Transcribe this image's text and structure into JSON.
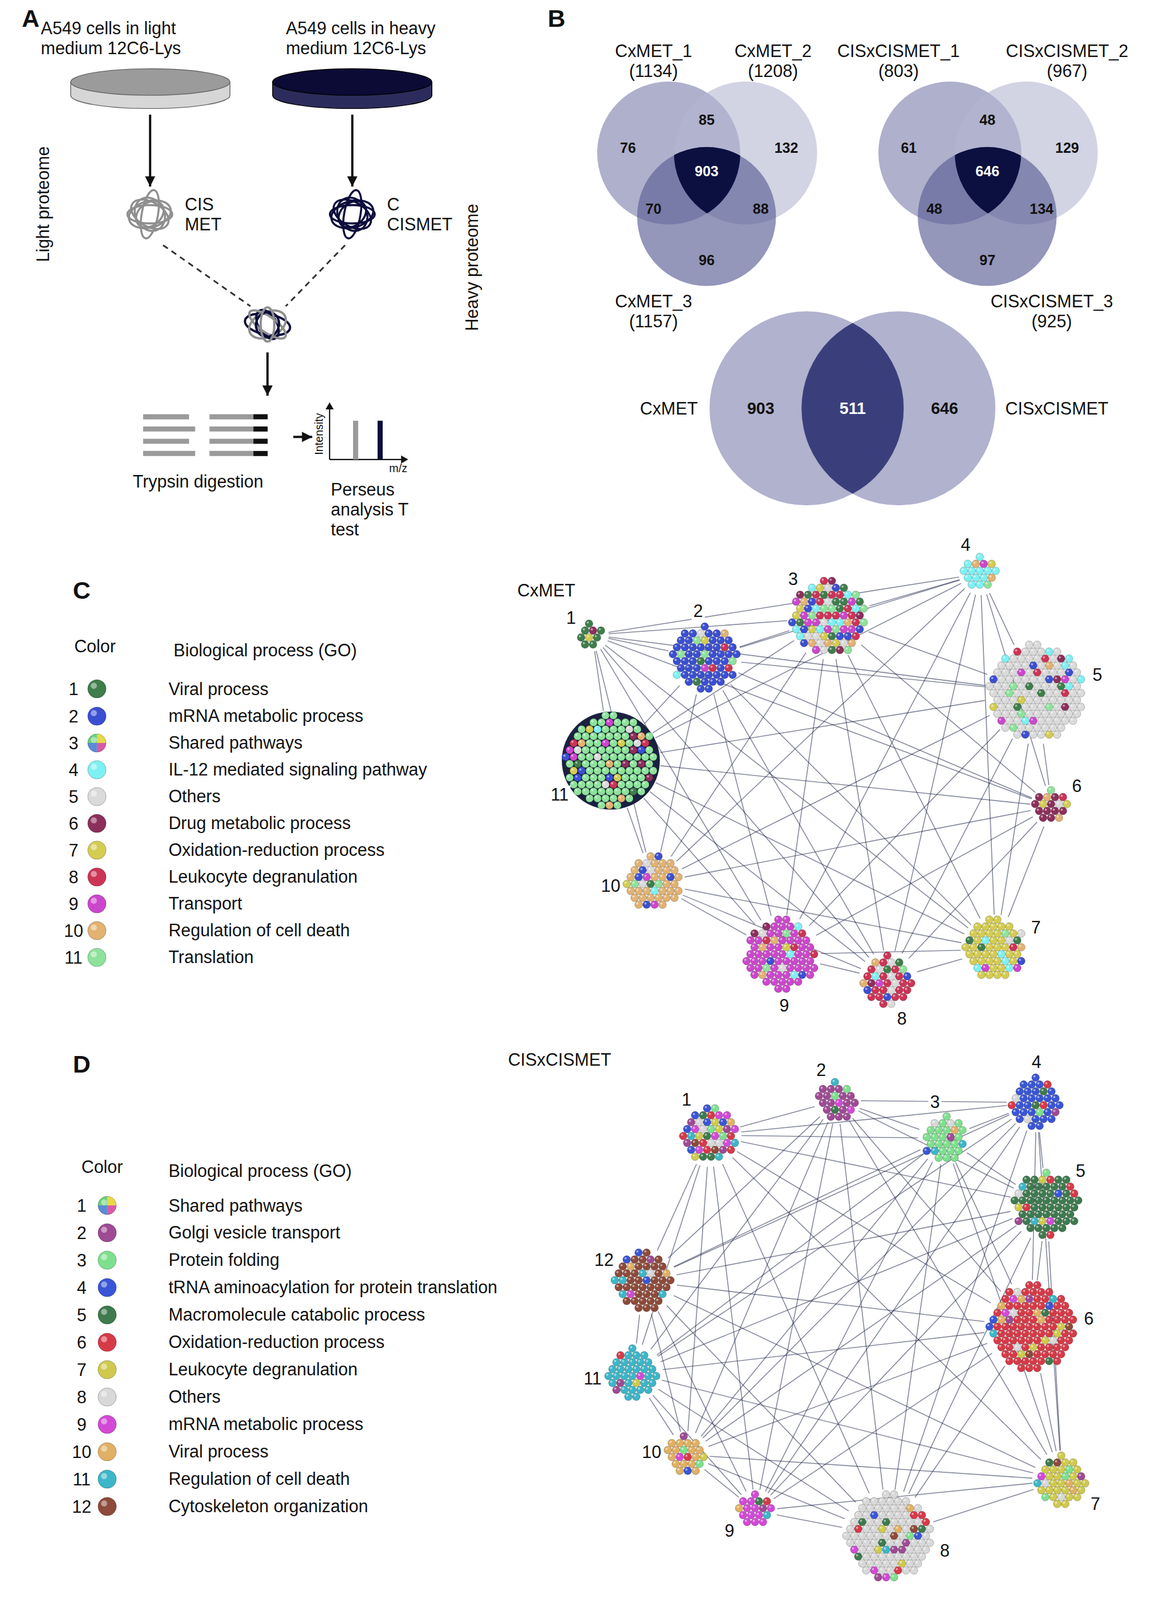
{
  "diagram": {
    "nodes": [
      {
        "text": [
          "A549 cells in light medium 12C6-Lys"
        ]
      },
      {
        "text": [
          "A549 cells in heavy medium 12C6-Lys"
        ]
      },
      {
        "text": [
          "CIS MET"
        ]
      },
      {
        "text": [
          "C CISMET"
        ]
      },
      {
        "text": [
          "Trypsin digestion"
        ]
      },
      {
        "text": [
          "Perseus analysis T test"
        ]
      },
      {
        "text": [
          "CxMET_1 (1134)"
        ]
      },
      {
        "text": [
          "CxMET_2 (1208)"
        ]
      },
      {
        "text": [
          "CxMET_3 (1157)"
        ]
      },
      {
        "text": [
          "CISxCISMET_1 (803)"
        ]
      },
      {
        "text": [
          "CISxCISMET_2 (967)"
        ]
      },
      {
        "text": [
          "CISxCISMET_3 (925)"
        ]
      },
      {
        "text": [
          "CxMET"
        ]
      },
      {
        "text": [
          "CISxCISMET"
        ]
      },
      {
        "text": [
          "1"
        ]
      },
      {
        "text": [
          "2"
        ]
      },
      {
        "text": [
          "3"
        ]
      },
      {
        "text": [
          "4"
        ]
      },
      {
        "text": [
          "5"
        ]
      },
      {
        "text": [
          "6"
        ]
      },
      {
        "text": [
          "7"
        ]
      },
      {
        "text": [
          "8"
        ]
      },
      {
        "text": [
          "9"
        ]
      },
      {
        "text": [
          "10"
        ]
      },
      {
        "text": [
          "11"
        ]
      },
      {
        "text": [
          "1"
        ]
      },
      {
        "text": [
          "2"
        ]
      },
      {
        "text": [
          "3"
        ]
      },
      {
        "text": [
          "4"
        ]
      },
      {
        "text": [
          "5"
        ]
      },
      {
        "text": [
          "6"
        ]
      },
      {
        "text": [
          "7"
        ]
      },
      {
        "text": [
          "8"
        ]
      },
      {
        "text": [
          "9"
        ]
      },
      {
        "text": [
          "10"
        ]
      },
      {
        "text": [
          "11"
        ]
      },
      {
        "text": [
          "12"
        ]
      }
    ],
    "edges": [
      {
        "from": 0,
        "to": 2,
        "arrow": "to"
      },
      {
        "from": 1,
        "to": 3,
        "arrow": "to"
      },
      {
        "from": 4,
        "to": 5,
        "arrow": "to"
      },
      {
        "from": 14,
        "to": 15,
        "arrow": "none"
      },
      {
        "from": 14,
        "to": 16,
        "arrow": "none"
      },
      {
        "from": 14,
        "to": 17,
        "arrow": "none"
      },
      {
        "from": 14,
        "to": 18,
        "arrow": "none"
      },
      {
        "from": 14,
        "to": 19,
        "arrow": "none"
      },
      {
        "from": 14,
        "to": 20,
        "arrow": "none"
      },
      {
        "from": 14,
        "to": 21,
        "arrow": "none"
      },
      {
        "from": 14,
        "to": 22,
        "arrow": "none"
      },
      {
        "from": 14,
        "to": 23,
        "arrow": "none"
      },
      {
        "from": 14,
        "to": 24,
        "arrow": "none"
      },
      {
        "from": 15,
        "to": 16,
        "arrow": "none"
      },
      {
        "from": 15,
        "to": 17,
        "arrow": "none"
      },
      {
        "from": 15,
        "to": 18,
        "arrow": "none"
      },
      {
        "from": 15,
        "to": 19,
        "arrow": "none"
      },
      {
        "from": 15,
        "to": 20,
        "arrow": "none"
      },
      {
        "from": 15,
        "to": 21,
        "arrow": "none"
      },
      {
        "from": 15,
        "to": 22,
        "arrow": "none"
      },
      {
        "from": 15,
        "to": 23,
        "arrow": "none"
      },
      {
        "from": 15,
        "to": 24,
        "arrow": "none"
      },
      {
        "from": 16,
        "to": 17,
        "arrow": "none"
      },
      {
        "from": 16,
        "to": 18,
        "arrow": "none"
      },
      {
        "from": 16,
        "to": 19,
        "arrow": "none"
      },
      {
        "from": 16,
        "to": 20,
        "arrow": "none"
      },
      {
        "from": 16,
        "to": 21,
        "arrow": "none"
      },
      {
        "from": 16,
        "to": 22,
        "arrow": "none"
      },
      {
        "from": 16,
        "to": 23,
        "arrow": "none"
      },
      {
        "from": 16,
        "to": 24,
        "arrow": "none"
      },
      {
        "from": 17,
        "to": 18,
        "arrow": "none"
      },
      {
        "from": 17,
        "to": 19,
        "arrow": "none"
      },
      {
        "from": 17,
        "to": 20,
        "arrow": "none"
      },
      {
        "from": 17,
        "to": 21,
        "arrow": "none"
      },
      {
        "from": 17,
        "to": 22,
        "arrow": "none"
      },
      {
        "from": 17,
        "to": 23,
        "arrow": "none"
      },
      {
        "from": 17,
        "to": 24,
        "arrow": "none"
      },
      {
        "from": 18,
        "to": 19,
        "arrow": "none"
      },
      {
        "from": 18,
        "to": 20,
        "arrow": "none"
      },
      {
        "from": 18,
        "to": 21,
        "arrow": "none"
      },
      {
        "from": 18,
        "to": 22,
        "arrow": "none"
      },
      {
        "from": 18,
        "to": 23,
        "arrow": "none"
      },
      {
        "from": 18,
        "to": 24,
        "arrow": "none"
      },
      {
        "from": 19,
        "to": 20,
        "arrow": "none"
      },
      {
        "from": 19,
        "to": 21,
        "arrow": "none"
      },
      {
        "from": 19,
        "to": 22,
        "arrow": "none"
      },
      {
        "from": 19,
        "to": 23,
        "arrow": "none"
      },
      {
        "from": 19,
        "to": 24,
        "arrow": "none"
      },
      {
        "from": 20,
        "to": 21,
        "arrow": "none"
      },
      {
        "from": 20,
        "to": 22,
        "arrow": "none"
      },
      {
        "from": 20,
        "to": 23,
        "arrow": "none"
      },
      {
        "from": 20,
        "to": 24,
        "arrow": "none"
      },
      {
        "from": 21,
        "to": 22,
        "arrow": "none"
      },
      {
        "from": 21,
        "to": 23,
        "arrow": "none"
      },
      {
        "from": 21,
        "to": 24,
        "arrow": "none"
      },
      {
        "from": 22,
        "to": 23,
        "arrow": "none"
      },
      {
        "from": 22,
        "to": 24,
        "arrow": "none"
      },
      {
        "from": 23,
        "to": 24,
        "arrow": "none"
      },
      {
        "from": 25,
        "to": 26,
        "arrow": "none"
      },
      {
        "from": 25,
        "to": 27,
        "arrow": "none"
      },
      {
        "from": 25,
        "to": 28,
        "arrow": "none"
      },
      {
        "from": 25,
        "to": 29,
        "arrow": "none"
      },
      {
        "from": 25,
        "to": 30,
        "arrow": "none"
      },
      {
        "from": 25,
        "to": 31,
        "arrow": "none"
      },
      {
        "from": 25,
        "to": 32,
        "arrow": "none"
      },
      {
        "from": 25,
        "to": 33,
        "arrow": "none"
      },
      {
        "from": 25,
        "to": 34,
        "arrow": "none"
      },
      {
        "from": 25,
        "to": 35,
        "arrow": "none"
      },
      {
        "from": 25,
        "to": 36,
        "arrow": "none"
      },
      {
        "from": 26,
        "to": 27,
        "arrow": "none"
      },
      {
        "from": 26,
        "to": 28,
        "arrow": "none"
      },
      {
        "from": 26,
        "to": 29,
        "arrow": "none"
      },
      {
        "from": 26,
        "to": 30,
        "arrow": "none"
      },
      {
        "from": 26,
        "to": 31,
        "arrow": "none"
      },
      {
        "from": 26,
        "to": 32,
        "arrow": "none"
      },
      {
        "from": 26,
        "to": 33,
        "arrow": "none"
      },
      {
        "from": 26,
        "to": 34,
        "arrow": "none"
      },
      {
        "from": 26,
        "to": 35,
        "arrow": "none"
      },
      {
        "from": 26,
        "to": 36,
        "arrow": "none"
      },
      {
        "from": 27,
        "to": 28,
        "arrow": "none"
      },
      {
        "from": 27,
        "to": 29,
        "arrow": "none"
      },
      {
        "from": 27,
        "to": 30,
        "arrow": "none"
      },
      {
        "from": 27,
        "to": 31,
        "arrow": "none"
      },
      {
        "from": 27,
        "to": 32,
        "arrow": "none"
      },
      {
        "from": 27,
        "to": 33,
        "arrow": "none"
      },
      {
        "from": 27,
        "to": 34,
        "arrow": "none"
      },
      {
        "from": 27,
        "to": 35,
        "arrow": "none"
      },
      {
        "from": 27,
        "to": 36,
        "arrow": "none"
      },
      {
        "from": 28,
        "to": 29,
        "arrow": "none"
      },
      {
        "from": 28,
        "to": 30,
        "arrow": "none"
      },
      {
        "from": 28,
        "to": 31,
        "arrow": "none"
      },
      {
        "from": 28,
        "to": 32,
        "arrow": "none"
      },
      {
        "from": 28,
        "to": 33,
        "arrow": "none"
      },
      {
        "from": 28,
        "to": 34,
        "arrow": "none"
      },
      {
        "from": 28,
        "to": 35,
        "arrow": "none"
      },
      {
        "from": 28,
        "to": 36,
        "arrow": "none"
      },
      {
        "from": 29,
        "to": 30,
        "arrow": "none"
      },
      {
        "from": 29,
        "to": 31,
        "arrow": "none"
      },
      {
        "from": 29,
        "to": 32,
        "arrow": "none"
      },
      {
        "from": 29,
        "to": 33,
        "arrow": "none"
      },
      {
        "from": 29,
        "to": 34,
        "arrow": "none"
      },
      {
        "from": 29,
        "to": 35,
        "arrow": "none"
      },
      {
        "from": 29,
        "to": 36,
        "arrow": "none"
      },
      {
        "from": 30,
        "to": 31,
        "arrow": "none"
      },
      {
        "from": 30,
        "to": 32,
        "arrow": "none"
      },
      {
        "from": 30,
        "to": 33,
        "arrow": "none"
      },
      {
        "from": 30,
        "to": 34,
        "arrow": "none"
      },
      {
        "from": 30,
        "to": 35,
        "arrow": "none"
      },
      {
        "from": 30,
        "to": 36,
        "arrow": "none"
      },
      {
        "from": 31,
        "to": 32,
        "arrow": "none"
      },
      {
        "from": 31,
        "to": 33,
        "arrow": "none"
      },
      {
        "from": 31,
        "to": 34,
        "arrow": "none"
      },
      {
        "from": 31,
        "to": 35,
        "arrow": "none"
      },
      {
        "from": 31,
        "to": 36,
        "arrow": "none"
      },
      {
        "from": 32,
        "to": 33,
        "arrow": "none"
      },
      {
        "from": 32,
        "to": 34,
        "arrow": "none"
      },
      {
        "from": 32,
        "to": 35,
        "arrow": "none"
      },
      {
        "from": 32,
        "to": 36,
        "arrow": "none"
      },
      {
        "from": 33,
        "to": 34,
        "arrow": "none"
      },
      {
        "from": 33,
        "to": 35,
        "arrow": "none"
      },
      {
        "from": 33,
        "to": 36,
        "arrow": "none"
      },
      {
        "from": 34,
        "to": 35,
        "arrow": "none"
      },
      {
        "from": 34,
        "to": 36,
        "arrow": "none"
      },
      {
        "from": 35,
        "to": 36,
        "arrow": "none"
      }
    ],
    "labels": [
      "A",
      "Light proteome",
      "Heavy proteome",
      "Intensity",
      "m/z",
      "B",
      "76",
      "85",
      "132",
      "903",
      "70",
      "88",
      "96",
      "61",
      "48",
      "129",
      "646",
      "48",
      "134",
      "97",
      "903",
      "511",
      "646",
      "C",
      "Color",
      "Biological process (GO)",
      "1",
      "2",
      "3",
      "4",
      "5",
      "6",
      "7",
      "8",
      "9",
      "10",
      "11",
      "CxMET",
      "D",
      "Color",
      "Biological process (GO)",
      "1",
      "2",
      "3",
      "4",
      "5",
      "6",
      "7",
      "8",
      "9",
      "10",
      "11",
      "12",
      "CISxCISMET"
    ],
    "legend": [
      {
        "text": "Viral process",
        "color": "#3f7d4b"
      },
      {
        "text": "mRNA metabolic process",
        "color": "#3b4fd2"
      },
      {
        "text": "Shared pathways"
      },
      {
        "text": "IL-12 mediated signaling pathway",
        "color": "#7ff0f2"
      },
      {
        "text": "Others",
        "color": "#dadada"
      },
      {
        "text": "Drug metabolic process",
        "color": "#8c2f5c"
      },
      {
        "text": "Oxidation-reduction process",
        "color": "#d4cc52"
      },
      {
        "text": "Leukocyte degranulation",
        "color": "#cc3456"
      },
      {
        "text": "Transport",
        "color": "#cc46cc"
      },
      {
        "text": "Regulation of cell death",
        "color": "#e2b272"
      },
      {
        "text": "Translation",
        "color": "#8ee29c"
      },
      {
        "text": "Shared pathways"
      },
      {
        "text": "Golgi vesicle transport",
        "color": "#9e4a94"
      },
      {
        "text": "Protein folding",
        "color": "#7ee08e"
      },
      {
        "text": "tRNA aminoacylation for protein translation",
        "color": "#3a56d6"
      },
      {
        "text": "Macromolecule catabolic process",
        "color": "#3e7a4e"
      },
      {
        "text": "Oxidation-reduction process",
        "color": "#d63a48"
      },
      {
        "text": "Leukocyte degranulation",
        "color": "#cfca4e"
      },
      {
        "text": "Others",
        "color": "#d8d8d8"
      },
      {
        "text": "mRNA metabolic process",
        "color": "#d24ad6"
      },
      {
        "text": "Viral process",
        "color": "#e0b064"
      },
      {
        "text": "Regulation of cell death",
        "color": "#3cb6c8"
      },
      {
        "text": "Cytoskeleton organization",
        "color": "#8e4a3a"
      }
    ]
  }
}
